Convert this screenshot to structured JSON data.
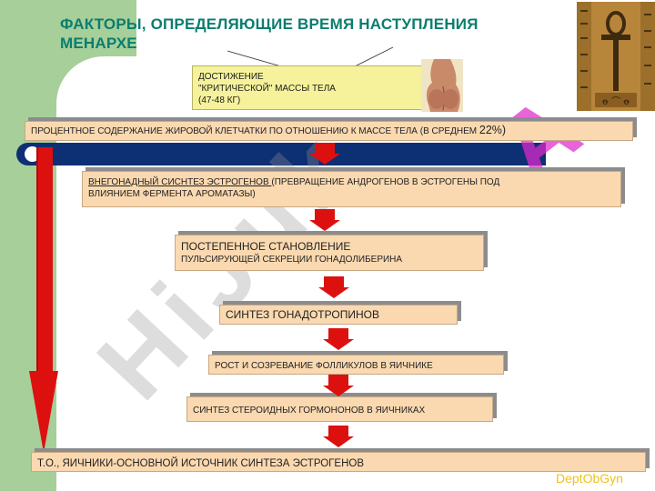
{
  "title": {
    "line1": "ФАКТОРЫ, ОПРЕДЕЛЯЮЩИЕ ВРЕМЯ НАСТУПЛЕНИЯ",
    "line2": "МЕНАРХЕ"
  },
  "mass_box": {
    "line1": "ДОСТИЖЕНИЕ",
    "line2": "\"КРИТИЧЕСКОЙ\" МАССЫ  ТЕЛА",
    "line3": "(47-48 КГ)"
  },
  "fat_box": {
    "text": "ПРОЦЕНТНОЕ СОДЕРЖАНИЕ ЖИРОВОЙ КЛЕТЧАТКИ ПО ОТНОШЕНИЮ К МАССЕ ТЕЛА (В СРЕДНЕМ ",
    "value": "22%)"
  },
  "estrogen_box": {
    "line1_underlined": "ВНЕГОНАДНЫЙ СИСНТЕЗ ЭСТРОГЕНОВ ",
    "line1_rest": " (ПРЕВРАЩЕНИЕ АНДРОГЕНОВ В ЭСТРОГЕНЫ ПОД",
    "line2": "ВЛИЯНИЕМ ФЕРМЕНТА АРОМАТАЗЫ)"
  },
  "pulse_box": {
    "line1": "ПОСТЕПЕННОЕ СТАНОВЛЕНИЕ",
    "line2": "ПУЛЬСИРУЮЩЕЙ СЕКРЕЦИИ ГОНАДОЛИБЕРИНА"
  },
  "gonadotropin_box": {
    "text": "СИНТЕЗ ГОНАДОТРОПИНОВ"
  },
  "follicle_box": {
    "text": "РОСТ И СОЗРЕВАНИЕ ФОЛЛИКУЛОВ В ЯИЧНИКЕ"
  },
  "steroid_box": {
    "text": "СИНТЕЗ СТЕРОИДНЫХ ГОРМОНОНОВ В ЯИЧНИКАХ"
  },
  "conclusion_box": {
    "text": "Т.О., ЯИЧНИКИ-ОСНОВНОЙ ИСТОЧНИК СИНТЕЗА ЭСТРОГЕНОВ"
  },
  "watermark": {
    "main": "HiJuk",
    "accent": "A"
  },
  "brand": {
    "text": "DeptObGyn"
  },
  "colors": {
    "title": "#0b7d6e",
    "green_band": "#a6cf9a",
    "nav_bar": "#0d2f73",
    "box_fill": "#fbd9b0",
    "mass_box_fill": "#f5f29b",
    "arrow_red": "#dd1010",
    "brand": "#f0c21a"
  },
  "icons": {
    "arrow": "down-arrow-icon",
    "photo": "torso-photo",
    "relief": "egyptian-ankh-relief"
  }
}
